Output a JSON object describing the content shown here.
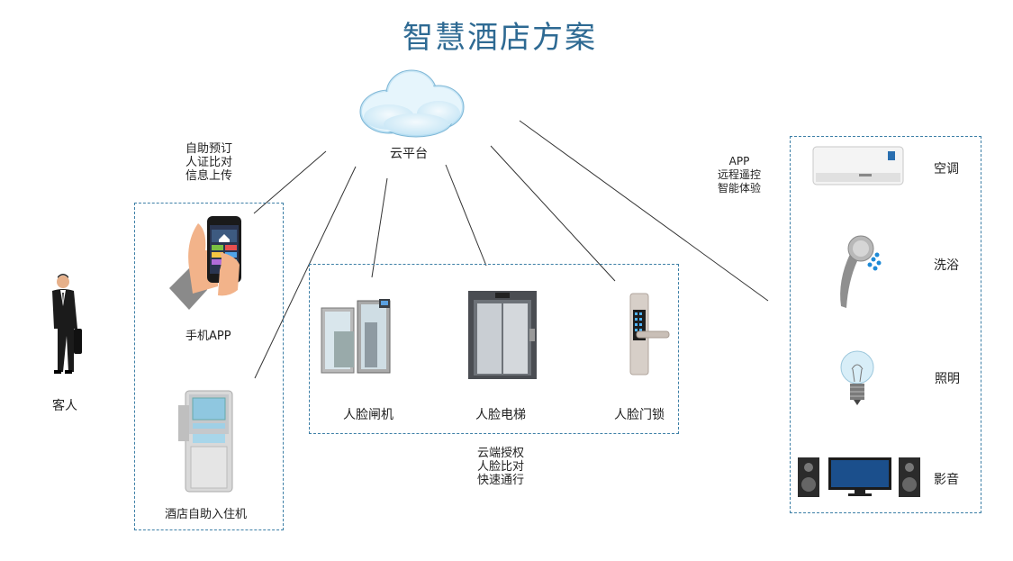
{
  "title": "智慧酒店方案",
  "cloud": {
    "label": "云平台"
  },
  "guest": {
    "label": "客人"
  },
  "left_group": {
    "notes": [
      "自助预订",
      "人证比对",
      "信息上传"
    ],
    "phone_label": "手机APP",
    "kiosk_label": "酒店自助入住机"
  },
  "middle_group": {
    "gate_label": "人脸闸机",
    "elevator_label": "人脸电梯",
    "lock_label": "人脸门锁",
    "notes": [
      "云端授权",
      "人脸比对",
      "快速通行"
    ]
  },
  "right_group": {
    "notes": [
      "APP",
      "远程遥控",
      "智能体验"
    ],
    "ac_label": "空调",
    "shower_label": "洗浴",
    "light_label": "照明",
    "av_label": "影音"
  }
}
